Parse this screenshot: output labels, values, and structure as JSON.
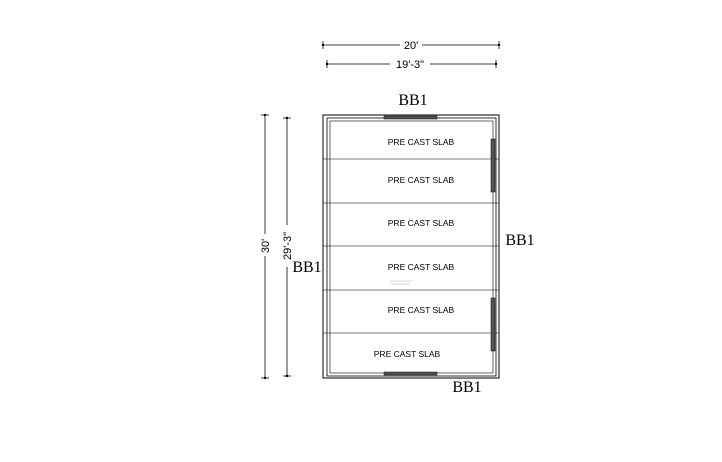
{
  "dimensions": {
    "outer_width": "20'",
    "inner_width": "19'-3\"",
    "outer_length": "30'",
    "inner_length": "29'-3\""
  },
  "beams": {
    "top": "BB1",
    "right": "BB1",
    "left": "BB1",
    "bottom": "BB1"
  },
  "slabs": [
    {
      "label": "PRE CAST SLAB"
    },
    {
      "label": "PRE CAST SLAB"
    },
    {
      "label": "PRE CAST SLAB"
    },
    {
      "label": "PRE CAST SLAB"
    },
    {
      "label": "PRE CAST SLAB"
    },
    {
      "label": "PRE CAST SLAB"
    }
  ]
}
